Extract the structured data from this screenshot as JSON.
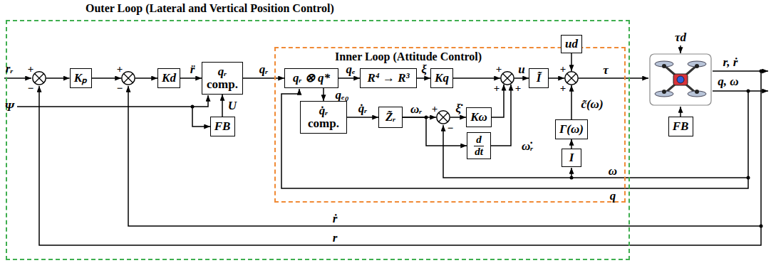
{
  "diagram": {
    "nodes": [
      {
        "text": [
          "Outer Loop (Lateral and Vertical Position Control)"
        ]
      },
      {
        "text": [
          "Inner Loop (Attitude Control)"
        ],
        "in": 0
      },
      {
        "text": [
          "+",
          "−"
        ],
        "in": 0
      },
      {
        "text": [
          "Kₚ"
        ],
        "in": 0
      },
      {
        "text": [
          "+",
          "−"
        ],
        "in": 0
      },
      {
        "text": [
          "Kd"
        ],
        "in": 0
      },
      {
        "text": [
          "qᵣ",
          "comp."
        ],
        "in": 0
      },
      {
        "text": [
          "FB"
        ],
        "in": 0
      },
      {
        "text": [
          "qᵣ ⊗ q*"
        ],
        "in": 1
      },
      {
        "text": [
          "R⁴ → R³"
        ],
        "in": 1
      },
      {
        "text": [
          "Kq"
        ],
        "in": 1
      },
      {
        "text": [
          "+",
          "+",
          "+"
        ],
        "in": 1
      },
      {
        "text": [
          "Ĩ"
        ],
        "in": 1
      },
      {
        "text": [
          "ud"
        ],
        "in": 0
      },
      {
        "text": [
          "+",
          "+"
        ],
        "in": 1
      },
      {
        "text": [
          "Γ(ω)"
        ],
        "in": 1
      },
      {
        "text": [
          "I"
        ],
        "in": 1
      },
      {
        "text": [
          "q̇ᵣ",
          "comp."
        ],
        "in": 1
      },
      {
        "text": [
          "Z̃ᵣ"
        ],
        "in": 1
      },
      {
        "text": [
          "+",
          "−"
        ],
        "in": 1
      },
      {
        "text": [
          "Kω"
        ],
        "in": 1
      },
      {
        "text": [
          "d",
          "dt"
        ],
        "in": 1
      },
      {
        "text": [
          "FB"
        ]
      }
    ],
    "edges": [
      {
        "from": 2,
        "to": 3,
        "arrow": "to"
      },
      {
        "from": 3,
        "to": 4,
        "arrow": "to"
      },
      {
        "from": 4,
        "to": 5,
        "arrow": "to"
      },
      {
        "from": 5,
        "to": 6,
        "label": "r̈",
        "arrow": "to"
      },
      {
        "from": 7,
        "to": 6,
        "label": "U",
        "arrow": "to"
      },
      {
        "from": 6,
        "to": 8,
        "label": "qᵣ",
        "arrow": "to"
      },
      {
        "from": 8,
        "to": 9,
        "label": "qₑ",
        "arrow": "to"
      },
      {
        "from": 9,
        "to": 10,
        "label": "ξ",
        "arrow": "to"
      },
      {
        "from": 10,
        "to": 11,
        "arrow": "to"
      },
      {
        "from": 11,
        "to": 12,
        "label": "u",
        "arrow": "to"
      },
      {
        "from": 12,
        "to": 14,
        "arrow": "to"
      },
      {
        "from": 13,
        "to": 14,
        "arrow": "to"
      },
      {
        "from": 16,
        "to": 15,
        "arrow": "to"
      },
      {
        "from": 15,
        "to": 14,
        "label": "c̃(ω)",
        "arrow": "to"
      },
      {
        "from": 8,
        "to": 17,
        "label": "qₑ₀",
        "arrow": "to"
      },
      {
        "from": 17,
        "to": 18,
        "label": "q̇ᵣ",
        "arrow": "to"
      },
      {
        "from": 18,
        "to": 19,
        "label": "ωᵣ",
        "arrow": "to"
      },
      {
        "from": 19,
        "to": 20,
        "label": "ξ̇",
        "arrow": "to"
      },
      {
        "from": 20,
        "to": 11,
        "arrow": "to"
      },
      {
        "from": 18,
        "to": 21,
        "arrow": "to"
      },
      {
        "from": 21,
        "to": 11,
        "label": "ω̇ᵣ",
        "arrow": "to"
      }
    ],
    "labels": [
      "rᵣ",
      "Ψ",
      "τ",
      "τd",
      "r, ṙ",
      "q, ω",
      "ω",
      "q",
      "ṙ",
      "r"
    ]
  }
}
